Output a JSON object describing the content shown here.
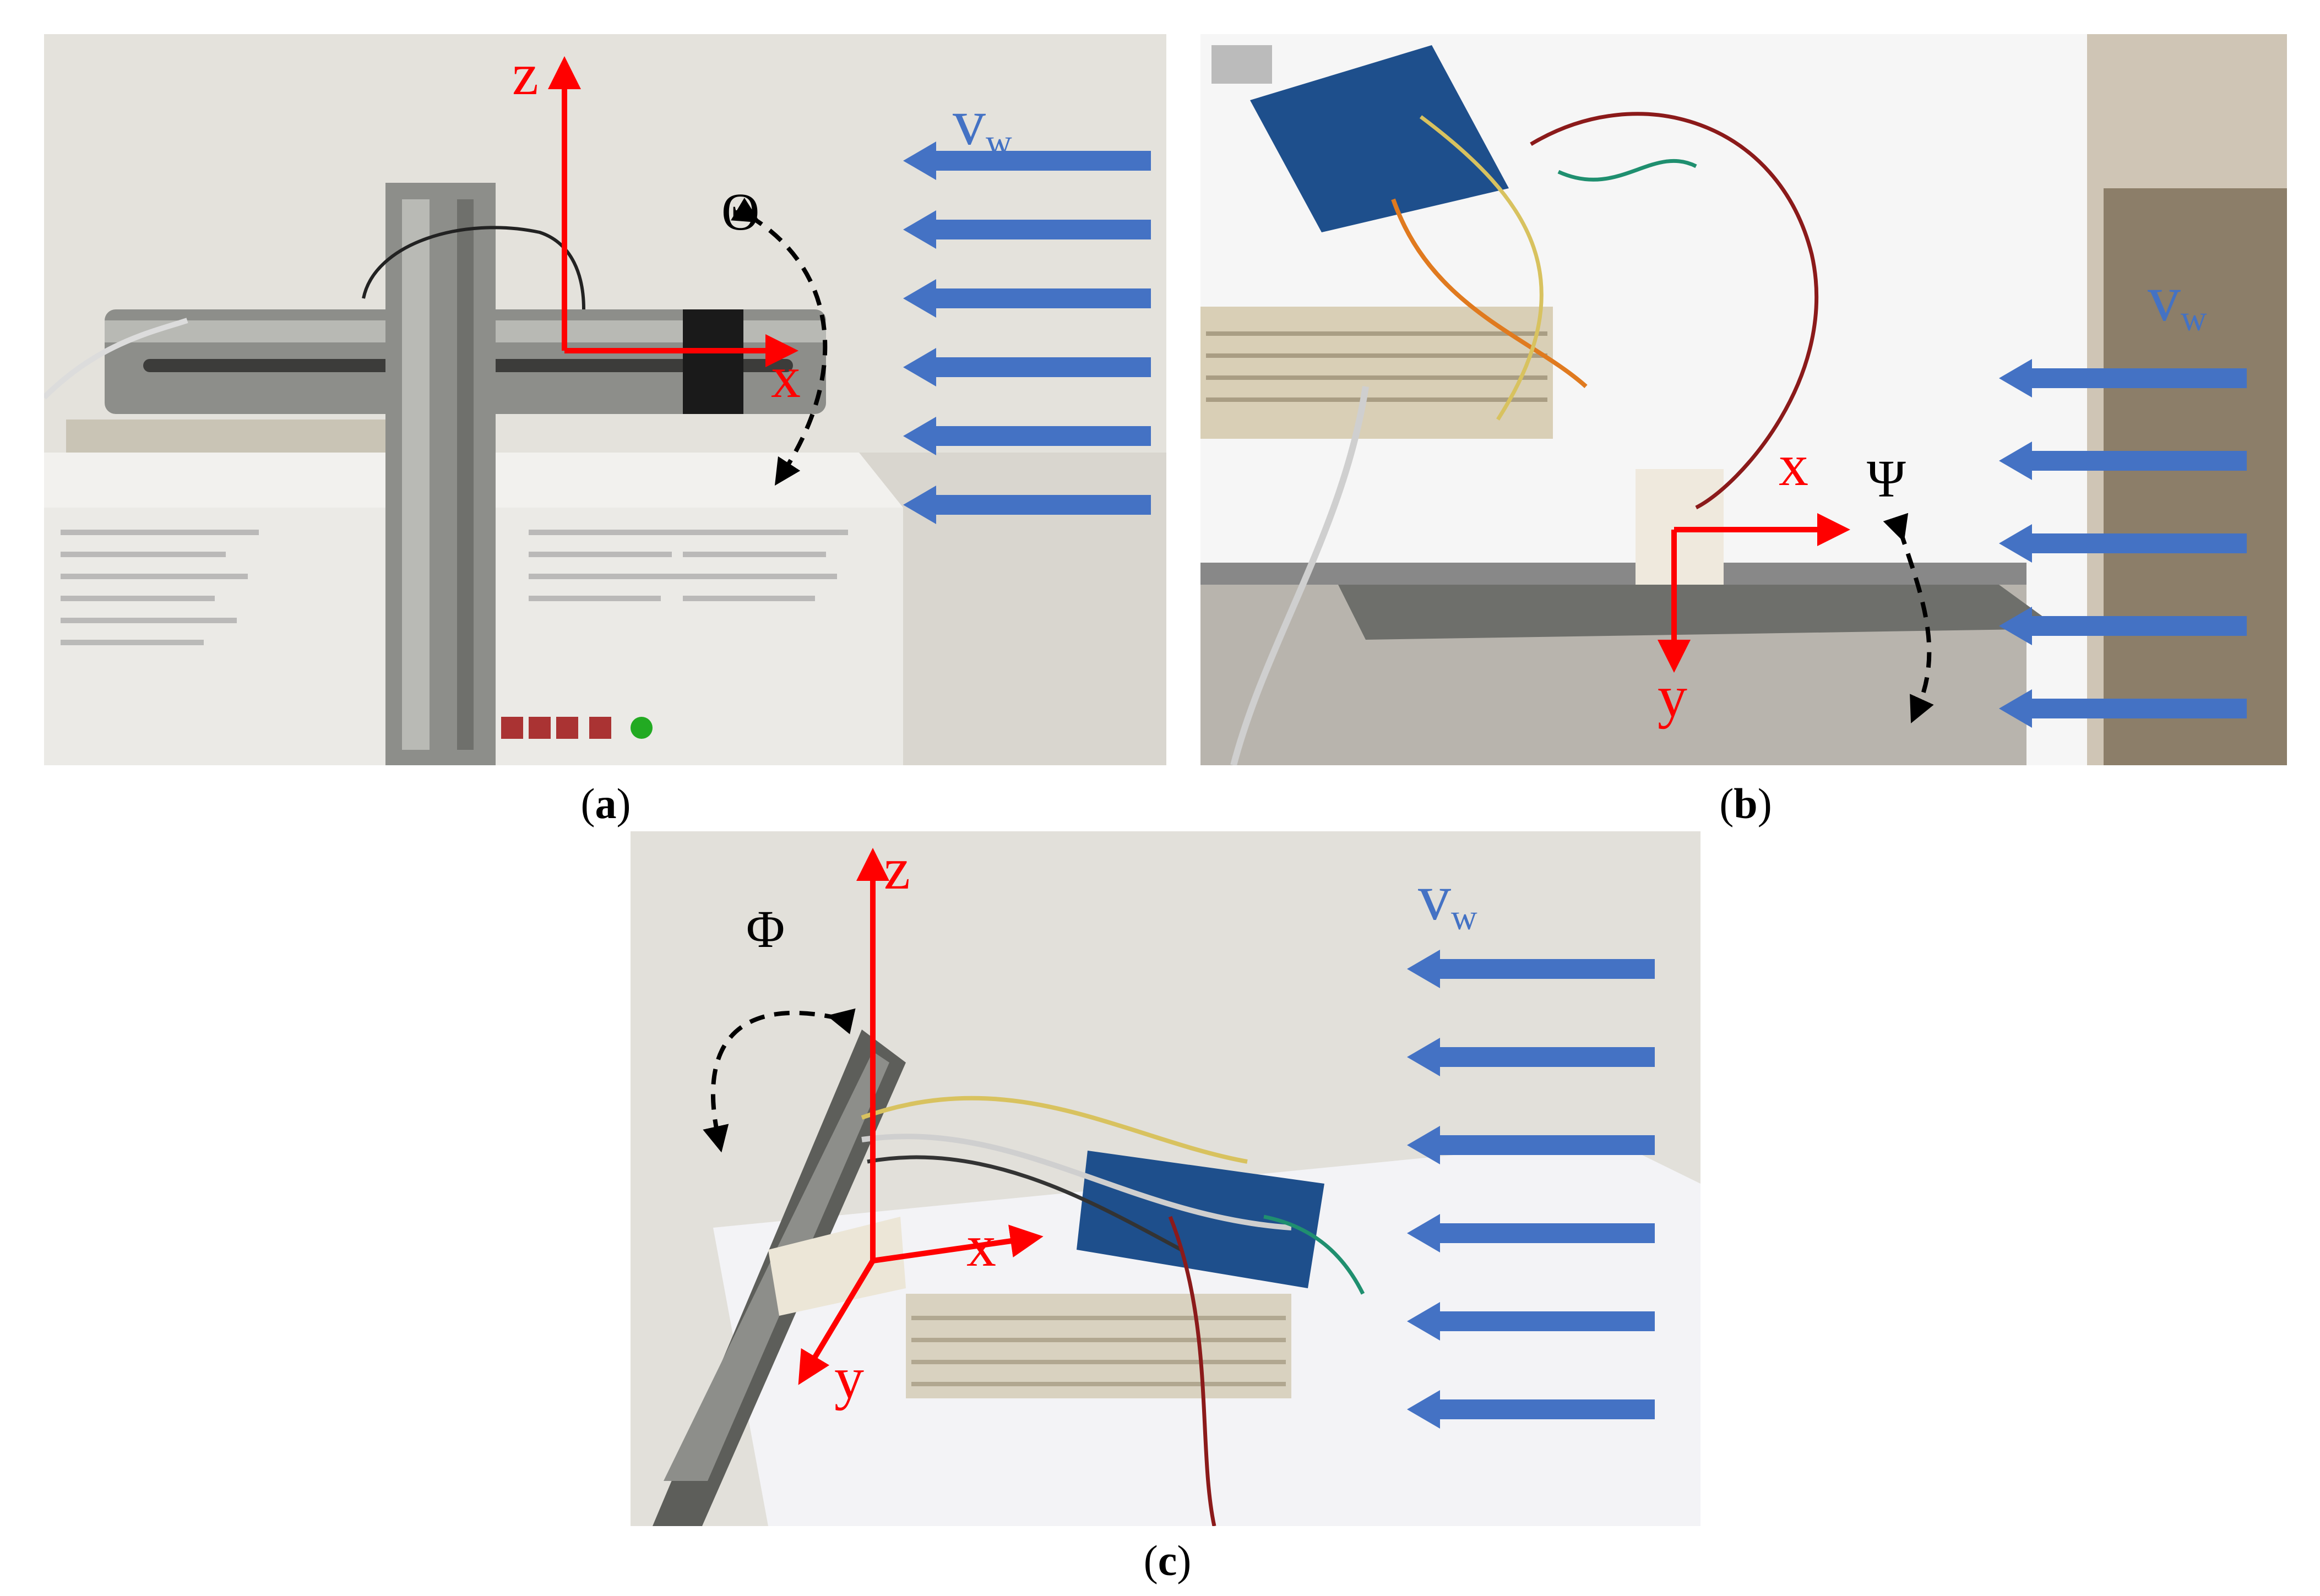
{
  "colors": {
    "axis": "#ff0000",
    "wind": "#4472c4",
    "angle": "#000000"
  },
  "panels": [
    {
      "caption": {
        "open": "(",
        "letter": "a",
        "close": ")"
      },
      "axes": {
        "z": "z",
        "x": "x"
      },
      "angle": "Θ",
      "wind": {
        "symbol": "v",
        "sub": "w"
      }
    },
    {
      "caption": {
        "open": "(",
        "letter": "b",
        "close": ")"
      },
      "axes": {
        "x": "x",
        "y": "y"
      },
      "angle": "Ψ",
      "wind": {
        "symbol": "v",
        "sub": "w"
      }
    },
    {
      "caption": {
        "open": "(",
        "letter": "c",
        "close": ")"
      },
      "axes": {
        "z": "z",
        "x": "x",
        "y": "y"
      },
      "angle": "Φ",
      "wind": {
        "symbol": "v",
        "sub": "w"
      }
    }
  ]
}
